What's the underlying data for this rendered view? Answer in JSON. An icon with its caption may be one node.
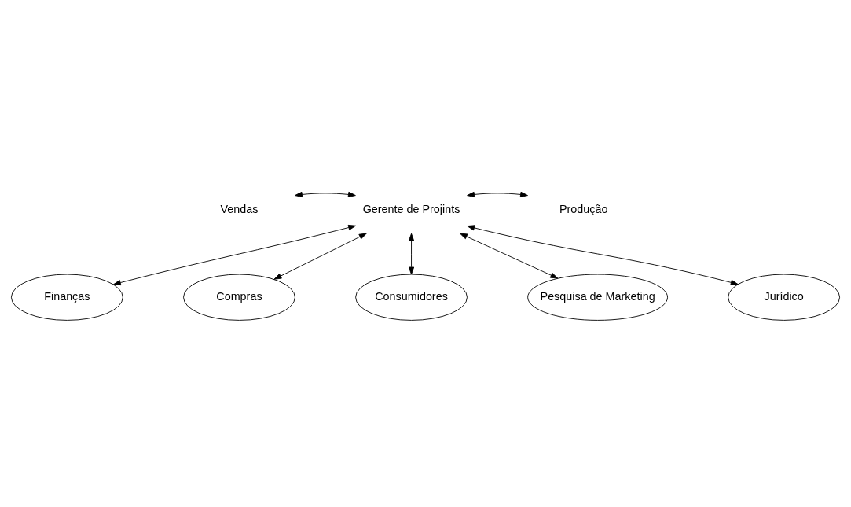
{
  "diagram": {
    "nodes": [
      {
        "text": [
          "Vendas"
        ]
      },
      {
        "text": [
          "Gerente de Projints"
        ]
      },
      {
        "text": [
          "Produção"
        ]
      },
      {
        "text": [
          "Finanças"
        ]
      },
      {
        "text": [
          "Compras"
        ]
      },
      {
        "text": [
          "Consumidores"
        ]
      },
      {
        "text": [
          "Pesquisa de Marketing"
        ]
      },
      {
        "text": [
          "Jurídico"
        ]
      }
    ],
    "edges": [
      {
        "from": 0,
        "to": 1,
        "arrow": "both"
      },
      {
        "from": 1,
        "to": 2,
        "arrow": "both"
      },
      {
        "from": 1,
        "to": 3,
        "arrow": "both"
      },
      {
        "from": 1,
        "to": 4,
        "arrow": "both"
      },
      {
        "from": 1,
        "to": 5,
        "arrow": "both"
      },
      {
        "from": 1,
        "to": 7,
        "arrow": "both"
      },
      {
        "from": 1,
        "to": 6,
        "arrow": "both"
      }
    ]
  }
}
